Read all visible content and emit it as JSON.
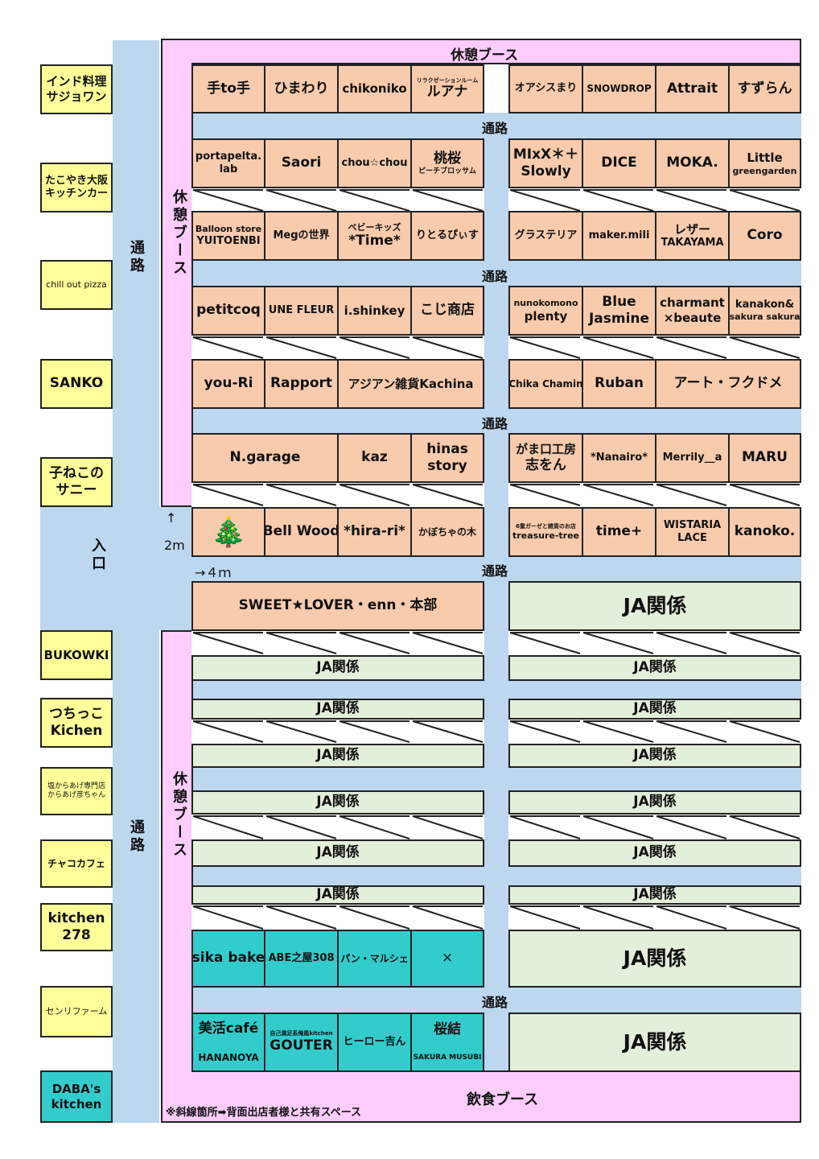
{
  "headers": {
    "rest_top": "休憩ブース",
    "rest_left_top": "休憩ブース",
    "rest_left_bottom": "休憩ブース",
    "food_bottom": "飲食ブース",
    "path": "通路",
    "path_vertical": "通路",
    "entrance": "入口",
    "dim_up": "↑",
    "dim_2m": "2m",
    "dim_4m": "→４ｍ",
    "note": "※斜線箇所➡背面出店者様と共有スペース"
  },
  "food_trucks": [
    {
      "l1": "インド料理",
      "l2": "サジョワン"
    },
    {
      "l1": "たこやき大阪",
      "l2": "キッチンカー"
    },
    {
      "l1": "chill out pizza",
      "l2": ""
    },
    {
      "l1": "SANKO",
      "l2": ""
    },
    {
      "l1": "子ねこの",
      "l2": "サニー"
    },
    {
      "l1": "BUKOWKI",
      "l2": ""
    },
    {
      "l1": "つちっこ",
      "l2": "Kichen"
    },
    {
      "l1": "塩からあげ専門店",
      "l2": "からあげ彦ちゃん"
    },
    {
      "l1": "チャコカフェ",
      "l2": ""
    },
    {
      "l1": "kitchen",
      "l2": "278"
    },
    {
      "l1": "センリファーム",
      "l2": ""
    },
    {
      "l1": "DABA's",
      "l2": "kitchen"
    }
  ],
  "rows": {
    "r1": [
      "手to手",
      "ひまわり",
      "chikoniko",
      "リラクゼーションルーム",
      "ルアナ",
      "オアシスまり",
      "SNOWDROP",
      "Attrait",
      "すずらん"
    ],
    "r2": [
      "portapelta.",
      "lab",
      "Saori",
      "chou☆chou",
      "桃桜",
      "ピーチブロッサム",
      "MIxX＊＋",
      "Slowly",
      "DICE",
      "MOKA.",
      "Little",
      "greengarden"
    ],
    "r3": [
      "Balloon store",
      "YUITOENBI",
      "Megの世界",
      "ベビーキッズ",
      "*Time*",
      "りとるぴぃす",
      "グラステリア",
      "maker.mili",
      "レザー",
      "TAKAYAMA",
      "Coro"
    ],
    "r4": [
      "petitcoq",
      "UNE FLEUR",
      "i.shinkey",
      "こじ商店",
      "nunokomono",
      "plenty",
      "Blue",
      "Jasmine",
      "charmant",
      "×beaute",
      "kanakon&",
      "sakura sakura"
    ],
    "r5": [
      "you-Ri",
      "Rapport",
      "アジアン雑貨Kachina",
      "Chika Chamin",
      "Ruban",
      "アート・フクドメ"
    ],
    "r6": [
      "N.garage",
      "kaz",
      "hinas",
      "story",
      "がま口工房",
      "志をん",
      "*Nanairo*",
      "Merrily__a",
      "MARU"
    ],
    "r7": [
      "🎄",
      "Bell Wood",
      "*hira-ri*",
      "かぼちゃの木",
      "6重ガーゼと雑貨のお店",
      "treasure-tree",
      "time+",
      "WISTARIA",
      "LACE",
      "kanoko."
    ],
    "r8": [
      "SWEET★LOVER・enn・本部",
      "JA関係"
    ],
    "ja": "JA関係",
    "r9": [
      "sika bake",
      "ABE之屋308",
      "パン・マルシェ",
      "×",
      "JA関係"
    ],
    "r10": [
      "美活café",
      "HANANOYA",
      "自己満足系俺風kitchen",
      "GOUTER",
      "ヒーロー吉ん",
      "桜結",
      "SAKURA MUSUBI",
      "JA関係"
    ]
  },
  "colors": {
    "peach": "#f8cbad",
    "green": "#e2efd9",
    "teal": "#33cccc",
    "yellow": "#ffff99",
    "path_blue": "#bdd7ee",
    "pink": "#ffccff"
  }
}
